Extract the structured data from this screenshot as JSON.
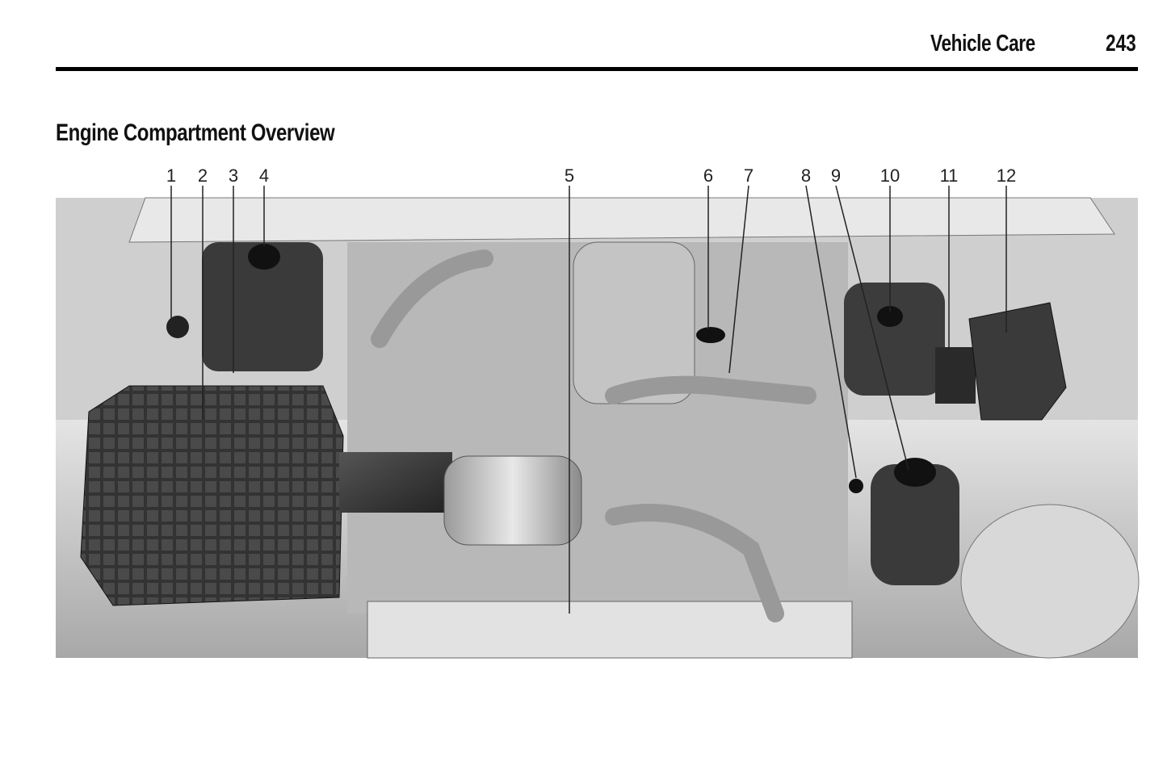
{
  "header": {
    "section": "Vehicle Care",
    "page_number": "243"
  },
  "heading": "Engine Compartment Overview",
  "figure": {
    "callouts": [
      "1",
      "2",
      "3",
      "4",
      "5",
      "6",
      "7",
      "8",
      "9",
      "10",
      "11",
      "12"
    ]
  }
}
